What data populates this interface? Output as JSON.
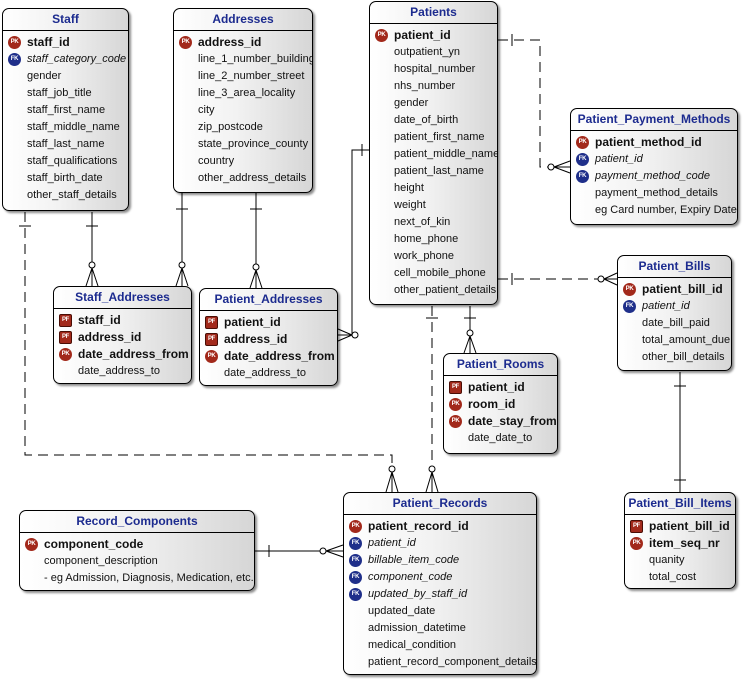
{
  "entities": {
    "staff": {
      "title": "Staff",
      "keys": [
        {
          "badge": "PK",
          "name": "staff_id"
        }
      ],
      "attrs": [
        {
          "badge": "FK",
          "name": "staff_category_code"
        },
        {
          "name": "gender"
        },
        {
          "name": "staff_job_title"
        },
        {
          "name": "staff_first_name"
        },
        {
          "name": "staff_middle_name"
        },
        {
          "name": "staff_last_name"
        },
        {
          "name": "staff_qualifications"
        },
        {
          "name": "staff_birth_date"
        },
        {
          "name": "other_staff_details"
        }
      ]
    },
    "addresses": {
      "title": "Addresses",
      "keys": [
        {
          "badge": "PK",
          "name": "address_id"
        }
      ],
      "attrs": [
        {
          "name": "line_1_number_building"
        },
        {
          "name": "line_2_number_street"
        },
        {
          "name": "line_3_area_locality"
        },
        {
          "name": "city"
        },
        {
          "name": "zip_postcode"
        },
        {
          "name": "state_province_county"
        },
        {
          "name": "country"
        },
        {
          "name": "other_address_details"
        }
      ]
    },
    "patients": {
      "title": "Patients",
      "keys": [
        {
          "badge": "PK",
          "name": "patient_id"
        }
      ],
      "attrs": [
        {
          "name": "outpatient_yn"
        },
        {
          "name": "hospital_number"
        },
        {
          "name": "nhs_number"
        },
        {
          "name": "gender"
        },
        {
          "name": "date_of_birth"
        },
        {
          "name": "patient_first_name"
        },
        {
          "name": "patient_middle_name"
        },
        {
          "name": "patient_last_name"
        },
        {
          "name": "height"
        },
        {
          "name": "weight"
        },
        {
          "name": "next_of_kin"
        },
        {
          "name": "home_phone"
        },
        {
          "name": "work_phone"
        },
        {
          "name": "cell_mobile_phone"
        },
        {
          "name": "other_patient_details"
        }
      ]
    },
    "patient_payment_methods": {
      "title": "Patient_Payment_Methods",
      "keys": [
        {
          "badge": "PK",
          "name": "patient_method_id"
        }
      ],
      "attrs": [
        {
          "badge": "FK",
          "name": "patient_id"
        },
        {
          "badge": "FK",
          "name": "payment_method_code"
        },
        {
          "name": "payment_method_details"
        },
        {
          "name": "eg Card number, Expiry Date."
        }
      ]
    },
    "patient_bills": {
      "title": "Patient_Bills",
      "keys": [
        {
          "badge": "PK",
          "name": "patient_bill_id"
        }
      ],
      "attrs": [
        {
          "badge": "FK",
          "name": "patient_id"
        },
        {
          "name": "date_bill_paid"
        },
        {
          "name": "total_amount_due"
        },
        {
          "name": "other_bill_details"
        }
      ]
    },
    "staff_addresses": {
      "title": "Staff_Addresses",
      "keys": [
        {
          "badge": "PF",
          "name": "staff_id"
        },
        {
          "badge": "PF",
          "name": "address_id"
        },
        {
          "badge": "PK",
          "name": "date_address_from"
        }
      ],
      "attrs": [
        {
          "name": "date_address_to"
        }
      ]
    },
    "patient_addresses": {
      "title": "Patient_Addresses",
      "keys": [
        {
          "badge": "PF",
          "name": "patient_id"
        },
        {
          "badge": "PF",
          "name": "address_id"
        },
        {
          "badge": "PK",
          "name": "date_address_from"
        }
      ],
      "attrs": [
        {
          "name": "date_address_to"
        }
      ]
    },
    "patient_rooms": {
      "title": "Patient_Rooms",
      "keys": [
        {
          "badge": "PF",
          "name": "patient_id"
        },
        {
          "badge": "PK",
          "name": "room_id"
        },
        {
          "badge": "PK",
          "name": "date_stay_from"
        }
      ],
      "attrs": [
        {
          "name": "date_date_to"
        }
      ]
    },
    "record_components": {
      "title": "Record_Components",
      "keys": [
        {
          "badge": "PK",
          "name": "component_code"
        }
      ],
      "attrs": [
        {
          "name": "component_description"
        },
        {
          "name": "- eg Admission, Diagnosis, Medication, etc."
        }
      ]
    },
    "patient_records": {
      "title": "Patient_Records",
      "keys": [
        {
          "badge": "PK",
          "name": "patient_record_id"
        }
      ],
      "attrs": [
        {
          "badge": "FK",
          "name": "patient_id"
        },
        {
          "badge": "FK",
          "name": "billable_item_code"
        },
        {
          "badge": "FK",
          "name": "component_code"
        },
        {
          "badge": "FK",
          "name": "updated_by_staff_id"
        },
        {
          "name": "updated_date"
        },
        {
          "name": "admission_datetime"
        },
        {
          "name": "medical_condition"
        },
        {
          "name": "patient_record_component_details"
        }
      ]
    },
    "patient_bill_items": {
      "title": "Patient_Bill_Items",
      "keys": [
        {
          "badge": "PF",
          "name": "patient_bill_id"
        },
        {
          "badge": "PK",
          "name": "item_seq_nr"
        }
      ],
      "attrs": [
        {
          "name": "quanity"
        },
        {
          "name": "total_cost"
        }
      ]
    }
  },
  "colors": {
    "title_text": "#1c2b8f",
    "pk_badge": "#a2291b",
    "fk_badge": "#1f2f8a"
  }
}
